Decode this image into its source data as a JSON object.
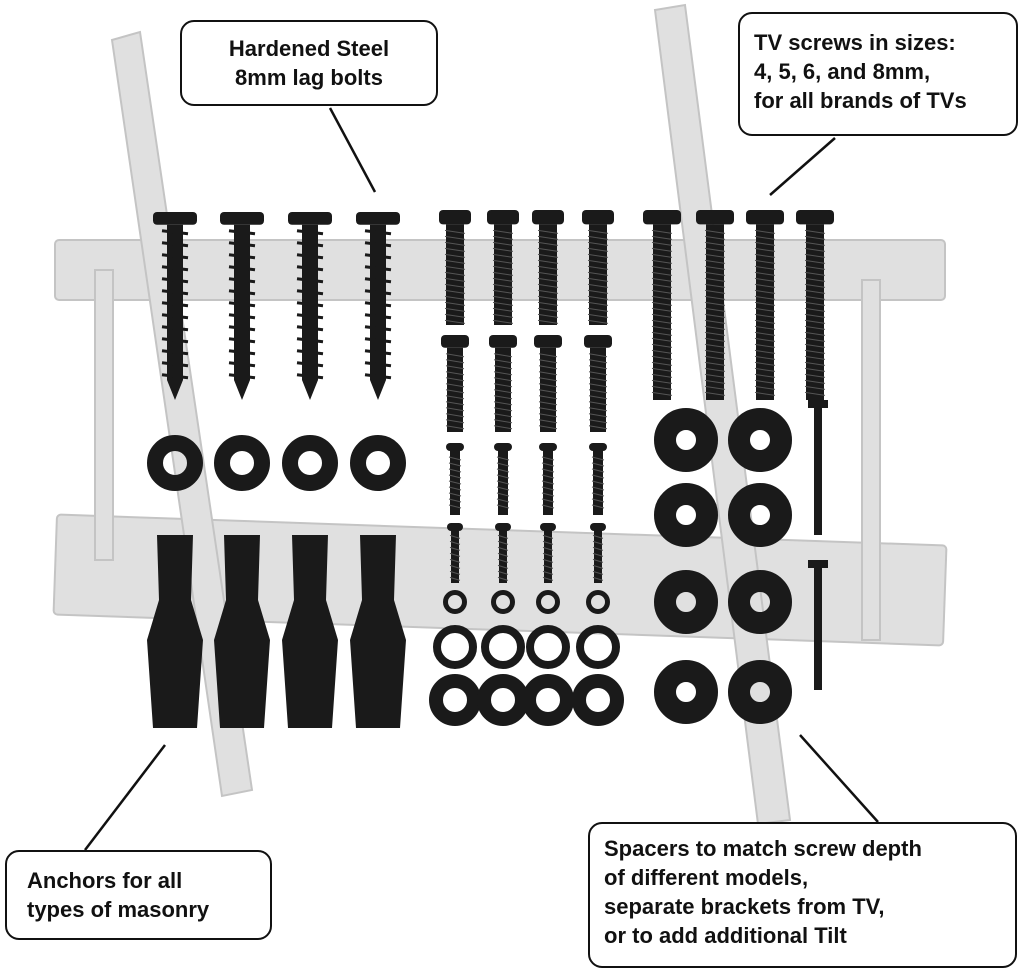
{
  "callouts": {
    "lag_bolts": {
      "lines": [
        "Hardened Steel",
        "8mm lag bolts"
      ]
    },
    "tv_screws": {
      "lines": [
        "TV screws in sizes:",
        "4, 5, 6, and 8mm,",
        "for all brands of TVs"
      ]
    },
    "anchors": {
      "lines": [
        "Anchors for all",
        "types of masonry"
      ]
    },
    "spacers": {
      "lines": [
        "Spacers to match screw depth",
        "of different models,",
        "separate brackets from TV,",
        "or to add additional Tilt"
      ]
    }
  },
  "colors": {
    "bracket": "#dcdcdc",
    "hardware": "#1a1a1a",
    "text": "#111111"
  }
}
